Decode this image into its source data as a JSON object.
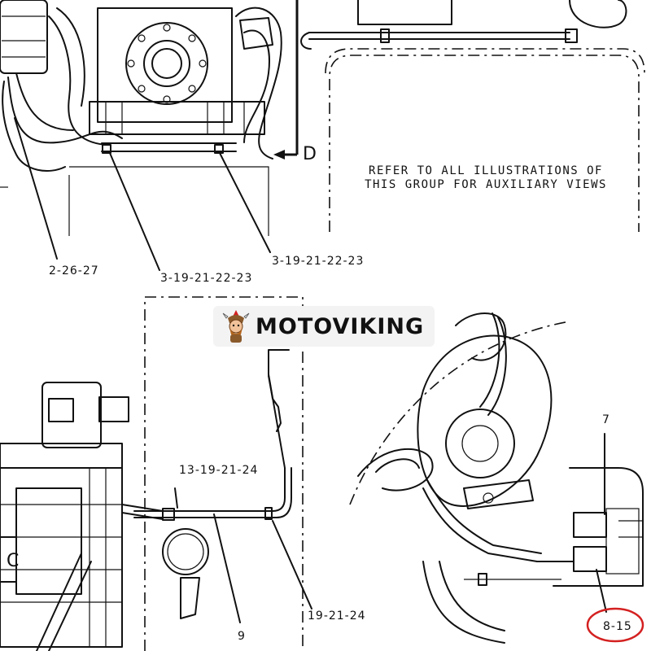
{
  "note": {
    "line1": "REFER TO ALL ILLUSTRATIONS OF",
    "line2": "THIS GROUP FOR AUXILIARY VIEWS"
  },
  "views": {
    "d": "D",
    "c": "C"
  },
  "callouts": [
    "2-26-27",
    "3-19-21-22-23",
    "3-19-21-22-23",
    "13-19-21-24",
    "19-21-24",
    "9",
    "7",
    "8-15"
  ],
  "watermark": {
    "brand": "MOTOVIKING"
  },
  "colors": {
    "line": "#111111",
    "highlight_circle": "#d42020",
    "watermark_bg": "#f3f3f3"
  }
}
